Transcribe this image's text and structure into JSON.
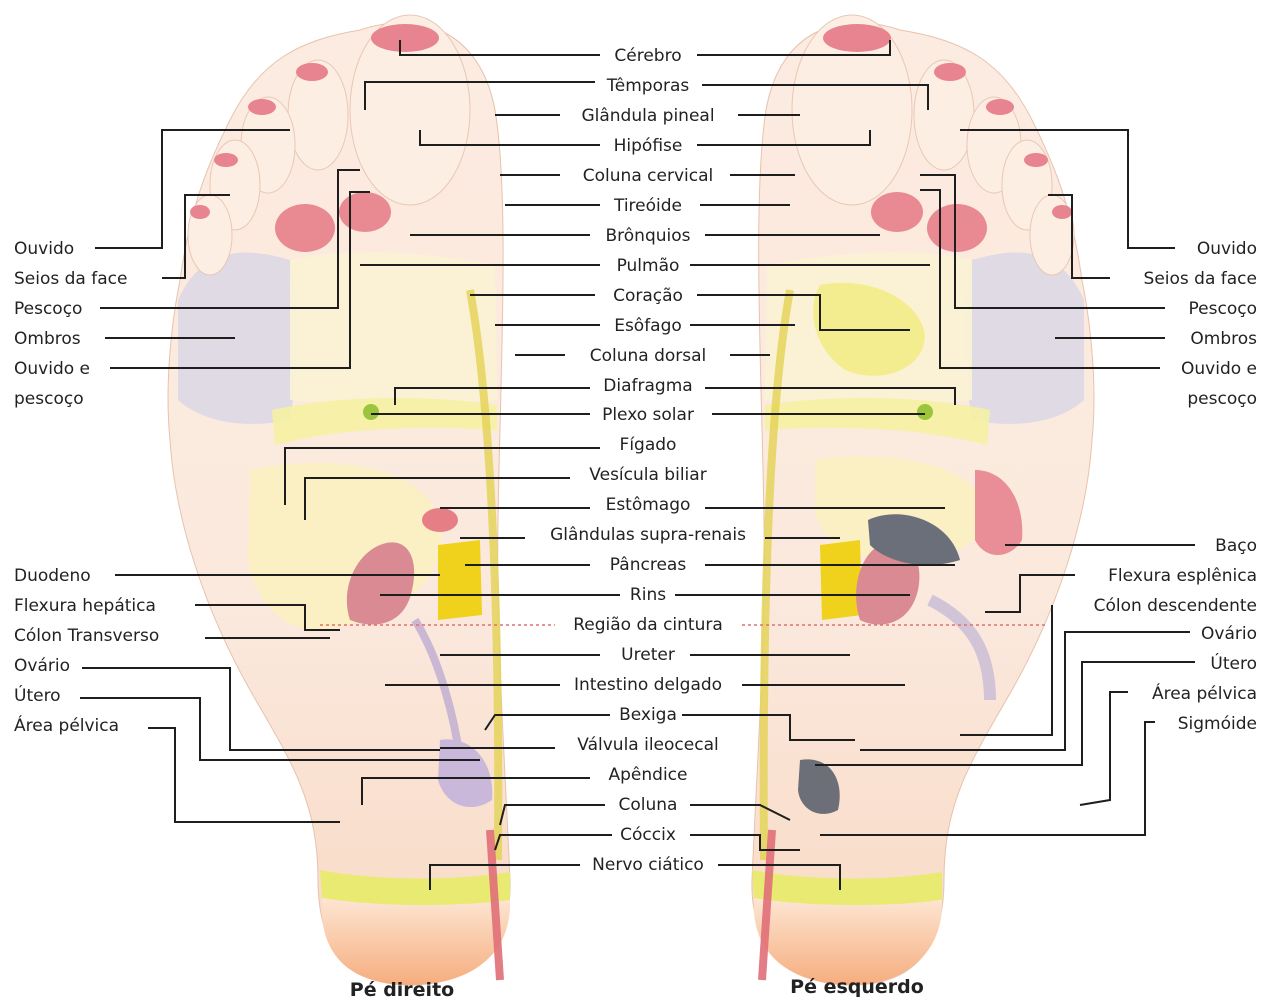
{
  "center_labels": [
    "Cérebro",
    "Têmporas",
    "Glândula pineal",
    "Hipófise",
    "Coluna cervical",
    "Tireóide",
    "Brônquios",
    "Pulmão",
    "Coração",
    "Esôfago",
    "Coluna dorsal",
    "Diafragma",
    "Plexo solar",
    "Fígado",
    "Vesícula biliar",
    "Estômago",
    "Glândulas supra-renais",
    "Pâncreas",
    "Rins",
    "Região da cintura",
    "Ureter",
    "Intestino delgado",
    "Bexiga",
    "Válvula ileocecal",
    "Apêndice",
    "Coluna",
    "Cóccix",
    "Nervo ciático"
  ],
  "left_labels": {
    "upper": [
      "Ouvido",
      "Seios da face",
      "Pescoço",
      "Ombros",
      "Ouvido e",
      "pescoço"
    ],
    "lower": [
      "Duodeno",
      "Flexura hepática",
      "Cólon Transverso",
      "Ovário",
      "Útero",
      "Área pélvica"
    ]
  },
  "right_labels": {
    "upper": [
      "Ouvido",
      "Seios da face",
      "Pescoço",
      "Ombros",
      "Ouvido e",
      "pescoço"
    ],
    "lower": [
      "Baço",
      "Flexura esplênica",
      "Cólon descendente",
      "Ovário",
      "Útero",
      "Área pélvica",
      "Sigmóide"
    ]
  },
  "captions": {
    "right_foot": "Pé direito",
    "left_foot": "Pé esquerdo"
  },
  "colors": {
    "foot_base": "#fbe3d2",
    "toe_tip": "#e87f8a",
    "shoulder": "#d9d6e2",
    "lung": "#fbf3d0",
    "liver": "#fbf3c4",
    "diaphragm": "#f3f0a0",
    "pancreas": "#f2d21a",
    "kidney": "#d87f8a",
    "bladder": "#c8b8d8",
    "spine": "#e8d650",
    "heel_band": "#eaea70",
    "heel": "#f7b98a"
  }
}
